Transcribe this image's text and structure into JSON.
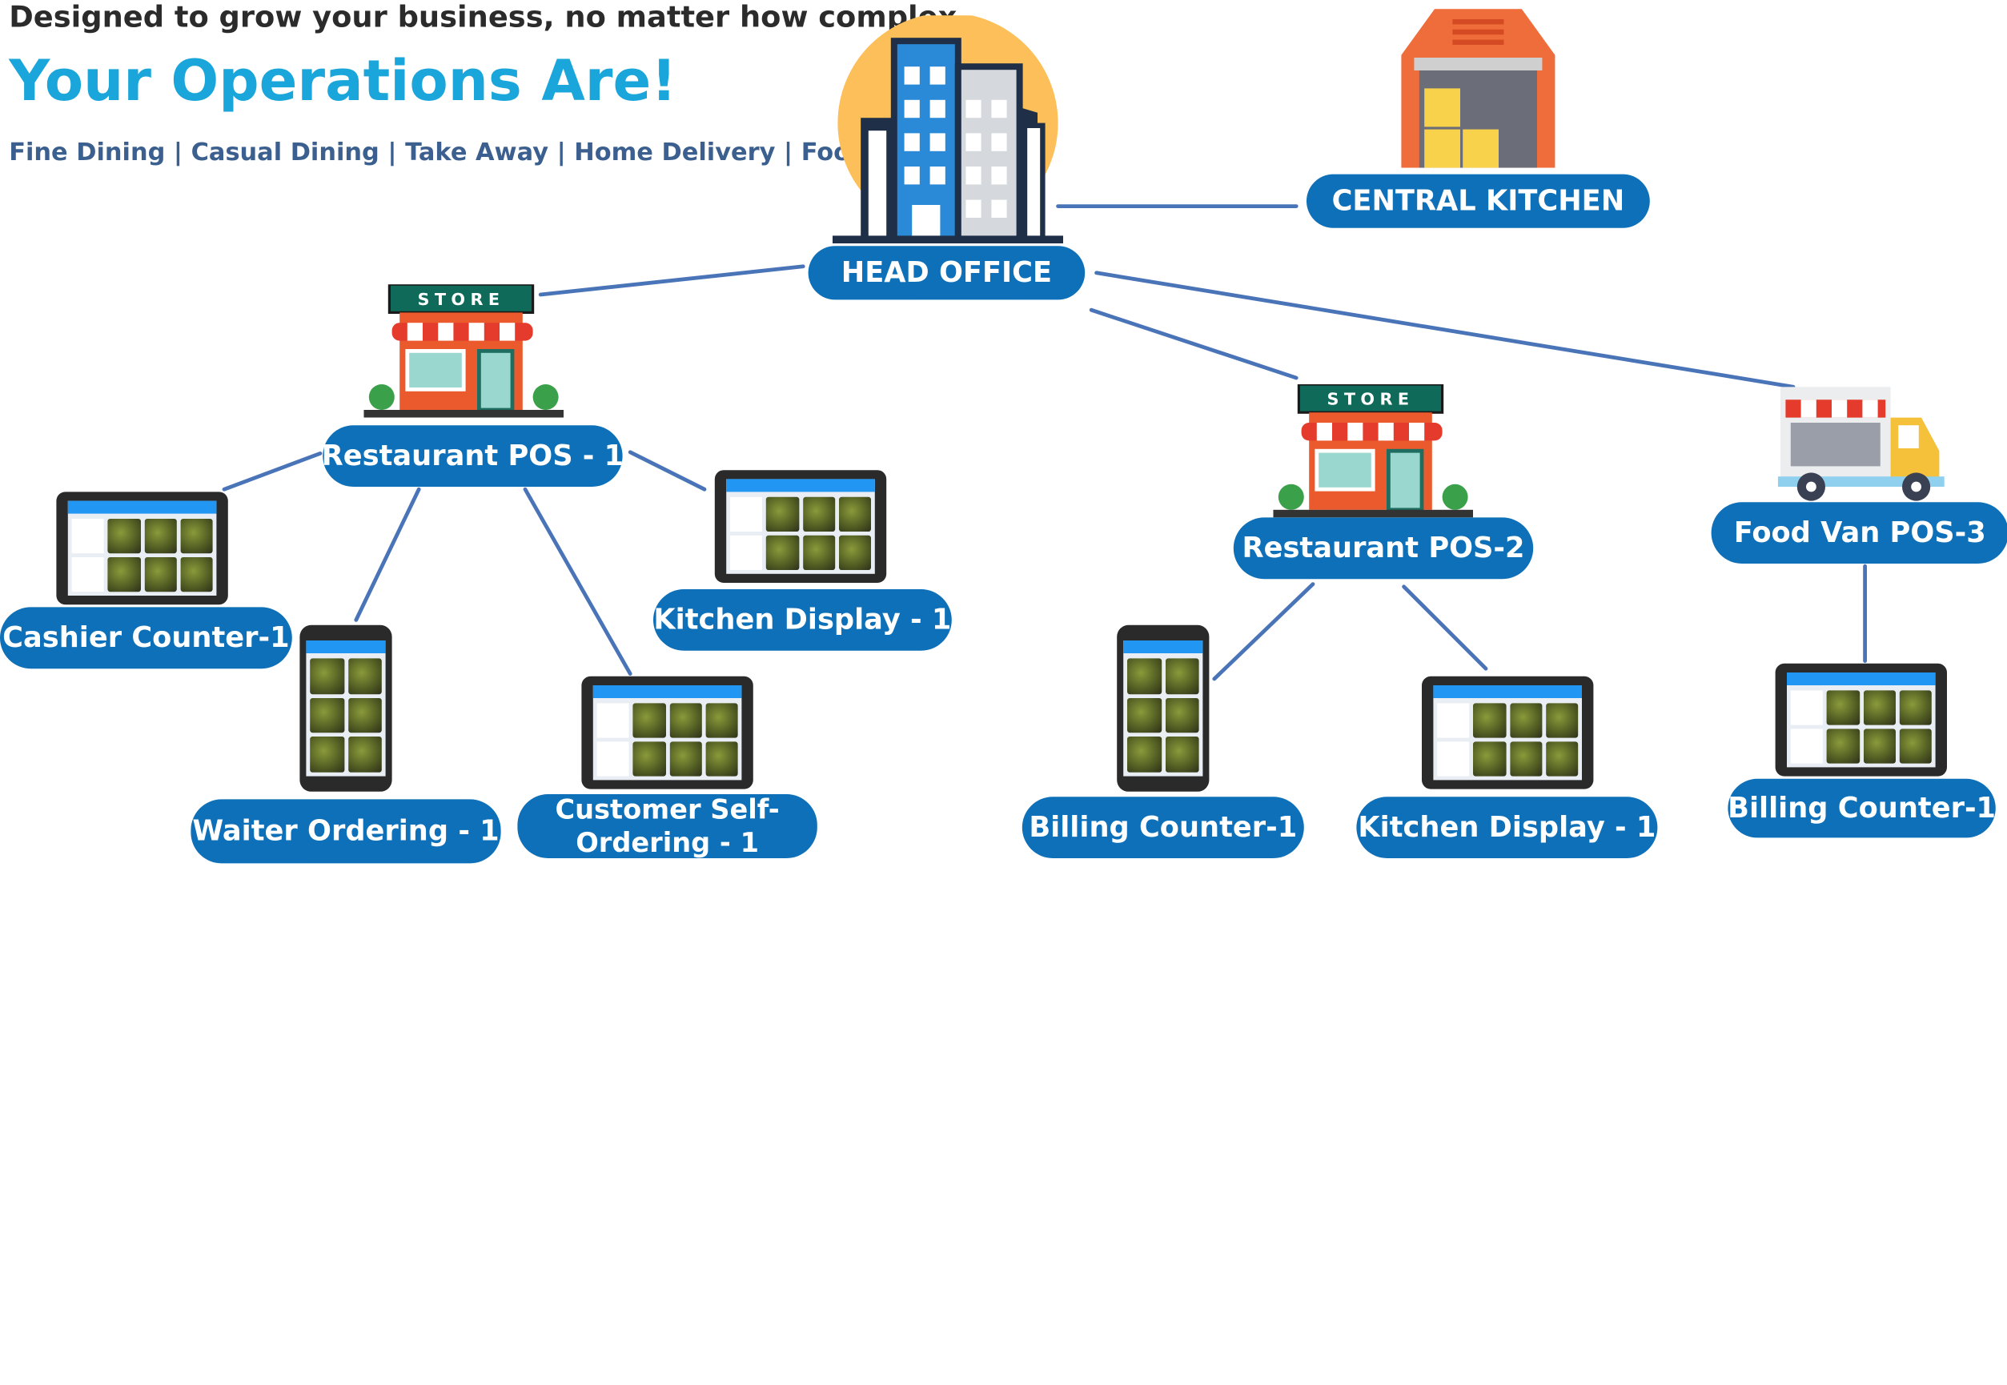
{
  "header": {
    "tagline": "Designed to grow your business, no matter how complex",
    "headline": "Your Operations Are!",
    "business_types": "Fine Dining | Casual Dining | Take Away | Home Delivery | Food Van"
  },
  "nodes": {
    "central_kitchen": "CENTRAL KITCHEN",
    "head_office": "HEAD OFFICE",
    "restaurant_pos_1": "Restaurant POS - 1",
    "restaurant_pos_2": "Restaurant POS-2",
    "food_van_pos_3": "Food Van POS-3",
    "cashier_counter_1": "Cashier Counter-1",
    "kitchen_display_1a": "Kitchen Display - 1",
    "waiter_ordering_1": "Waiter Ordering - 1",
    "customer_self_ordering_1": "Customer Self-Ordering - 1",
    "billing_counter_1a": "Billing Counter-1",
    "kitchen_display_1b": "Kitchen Display - 1",
    "billing_counter_1b": "Billing Counter-1"
  },
  "store_sign": "STORE",
  "colors": {
    "pill": "#0e70b8",
    "connector": "#4a74b8",
    "headline": "#1aa6db",
    "business_types": "#3b5f8f"
  },
  "icons": {
    "head_office": "office-building-icon",
    "central_kitchen": "warehouse-icon",
    "store": "store-icon",
    "food_van": "food-truck-icon",
    "tablet": "tablet-pos-icon",
    "phone": "phone-pos-icon"
  }
}
